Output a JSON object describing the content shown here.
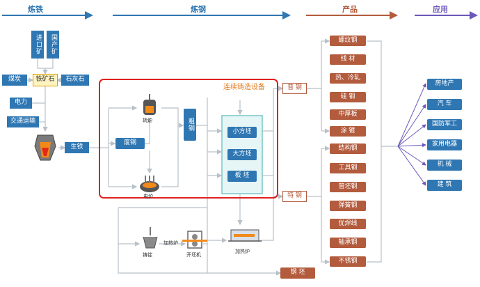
{
  "phases": {
    "smelting_iron": "炼铁",
    "steelmaking": "炼钢",
    "products": "产品",
    "applications": "应用"
  },
  "raw": {
    "imported_ore": "进口矿",
    "domestic_ore": "国产矿",
    "coal": "煤炭",
    "iron_ore": "铁矿石",
    "limestone": "石灰石",
    "electricity": "电力",
    "transport": "交通运输",
    "pig_iron": "生铁"
  },
  "steel": {
    "converter": "转炉",
    "scrap": "废钢",
    "eaf": "电炉",
    "crude_steel": "粗钢",
    "ccm_title": "连续铸造设备",
    "small_billet": "小方坯",
    "large_billet": "大方坯",
    "slab": "板 坯",
    "ingot": "铸锭",
    "reheat1": "加热炉",
    "blooming": "开坯机",
    "reheat2": "加热炉"
  },
  "product_groups": {
    "ordinary": "普 钢",
    "special": "特 钢",
    "billet": "钢 坯"
  },
  "products": [
    "螺纹钢",
    "线 材",
    "热、冷轧",
    "硅 钢",
    "中厚板",
    "涂 镀",
    "结构钢",
    "工具钢",
    "管坯钢",
    "弹簧钢",
    "优焊线",
    "轴承钢",
    "不锈钢"
  ],
  "applications": [
    "房地产",
    "汽 车",
    "国防军工",
    "家用电器",
    "机 械",
    "建 筑"
  ],
  "colors": {
    "blue": "#2f77b3",
    "brown": "#b35b3d",
    "highlight": "#e02020",
    "ccm_fill": "#e6f6f6",
    "ccm_border": "#79c6c6",
    "arrow": "#b8c0c8",
    "app_arrow": "#6c58b8"
  }
}
